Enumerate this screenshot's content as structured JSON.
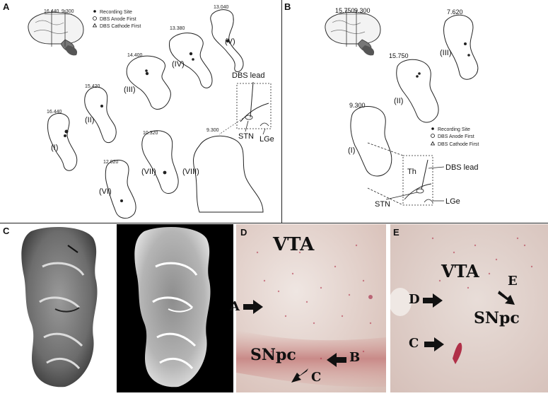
{
  "panels": {
    "A": {
      "label": "A",
      "legend": {
        "recording_site": "Recording Site",
        "dbs_anode_first": "DBS Anode First",
        "dbs_cathode_first": "DBS Cathode First"
      },
      "brain_coords": [
        "16.440",
        "9.300"
      ],
      "sections": [
        {
          "numeral": "(I)",
          "coord": "16.440"
        },
        {
          "numeral": "(II)",
          "coord": "15.420"
        },
        {
          "numeral": "(III)",
          "coord": "14.400"
        },
        {
          "numeral": "(IV)",
          "coord": "13.380"
        },
        {
          "numeral": "(V)",
          "coord": "13.040"
        },
        {
          "numeral": "(VI)",
          "coord": "12.020"
        },
        {
          "numeral": "(VII)",
          "coord": "10.320"
        },
        {
          "numeral": "(VIII)",
          "coord": "9.300"
        }
      ],
      "inset": {
        "dbs_lead": "DBS lead",
        "stn": "STN",
        "lge": "LGe"
      }
    },
    "B": {
      "label": "B",
      "brain_coords": [
        "15.750",
        "9.300"
      ],
      "sections": [
        {
          "numeral": "(III)",
          "coord": "7.620"
        },
        {
          "numeral": "(II)",
          "coord": "15.750"
        },
        {
          "numeral": "(I)",
          "coord": "9.300"
        }
      ],
      "legend": {
        "recording_site": "Recording Site",
        "dbs_anode_first": "DBS Anode First",
        "dbs_cathode_first": "DBS Cathode First"
      },
      "inset": {
        "th": "Th",
        "dbs_lead": "DBS lead",
        "stn": "STN",
        "lge": "LGe"
      }
    },
    "C": {
      "label": "C"
    },
    "D": {
      "label": "D",
      "vta": "VTA",
      "snpc": "SNpc",
      "arrows": [
        "A",
        "B",
        "C"
      ]
    },
    "E": {
      "label": "E",
      "vta": "VTA",
      "snpc": "SNpc",
      "arrows": [
        "D",
        "E",
        "C"
      ]
    }
  },
  "colors": {
    "histology_bg": "#dcc8c2",
    "stain": "#b03048",
    "line": "#222222"
  }
}
